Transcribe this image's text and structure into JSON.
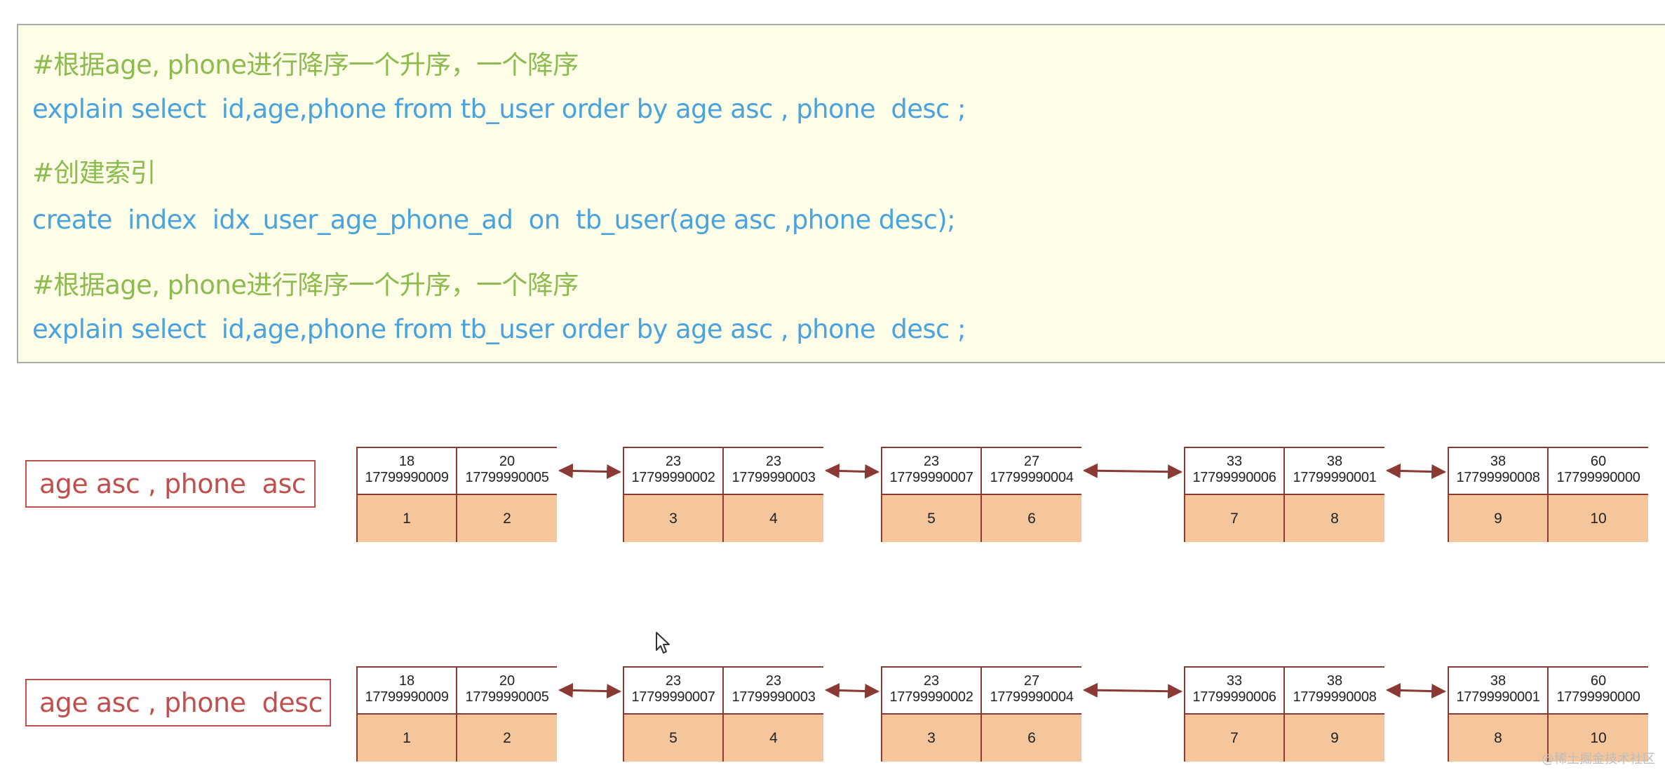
{
  "code_lines": [
    {
      "kind": "comment",
      "text": "#根据age, phone进行降序一个升序，一个降序"
    },
    {
      "kind": "code",
      "text": "explain select  id,age,phone from tb_user order by age asc , phone  desc ;"
    },
    {
      "kind": "comment",
      "text": "#创建索引"
    },
    {
      "kind": "code",
      "text": "create  index  idx_user_age_phone_ad  on  tb_user(age asc ,phone desc);"
    },
    {
      "kind": "comment",
      "text": "#根据age, phone进行降序一个升序，一个降序"
    },
    {
      "kind": "code",
      "text": "explain select  id,age,phone from tb_user order by age asc , phone  desc ;"
    }
  ],
  "rows": [
    {
      "label": "age asc , phone  asc",
      "nodes": [
        [
          {
            "age": "18",
            "phone": "17799990009",
            "id": "1"
          },
          {
            "age": "20",
            "phone": "17799990005",
            "id": "2"
          }
        ],
        [
          {
            "age": "23",
            "phone": "17799990002",
            "id": "3"
          },
          {
            "age": "23",
            "phone": "17799990003",
            "id": "4"
          }
        ],
        [
          {
            "age": "23",
            "phone": "17799990007",
            "id": "5"
          },
          {
            "age": "27",
            "phone": "17799990004",
            "id": "6"
          }
        ],
        [
          {
            "age": "33",
            "phone": "17799990006",
            "id": "7"
          },
          {
            "age": "38",
            "phone": "17799990001",
            "id": "8"
          }
        ],
        [
          {
            "age": "38",
            "phone": "17799990008",
            "id": "9"
          },
          {
            "age": "60",
            "phone": "17799990000",
            "id": "10"
          }
        ]
      ]
    },
    {
      "label": "age asc , phone  desc",
      "nodes": [
        [
          {
            "age": "18",
            "phone": "17799990009",
            "id": "1"
          },
          {
            "age": "20",
            "phone": "17799990005",
            "id": "2"
          }
        ],
        [
          {
            "age": "23",
            "phone": "17799990007",
            "id": "5"
          },
          {
            "age": "23",
            "phone": "17799990003",
            "id": "4"
          }
        ],
        [
          {
            "age": "23",
            "phone": "17799990002",
            "id": "3"
          },
          {
            "age": "27",
            "phone": "17799990004",
            "id": "6"
          }
        ],
        [
          {
            "age": "33",
            "phone": "17799990006",
            "id": "7"
          },
          {
            "age": "38",
            "phone": "17799990008",
            "id": "9"
          }
        ],
        [
          {
            "age": "38",
            "phone": "17799990001",
            "id": "8"
          },
          {
            "age": "60",
            "phone": "17799990000",
            "id": "10"
          }
        ]
      ]
    }
  ],
  "colors": {
    "accent": "#c0504d",
    "leaf_border": "#8b3a33",
    "pk_fill": "#f5c59c",
    "comment": "#8dbb4f",
    "code": "#4aa3dc",
    "box_bg": "#fdfde8"
  },
  "watermark": "@稀土掘金技术社区"
}
